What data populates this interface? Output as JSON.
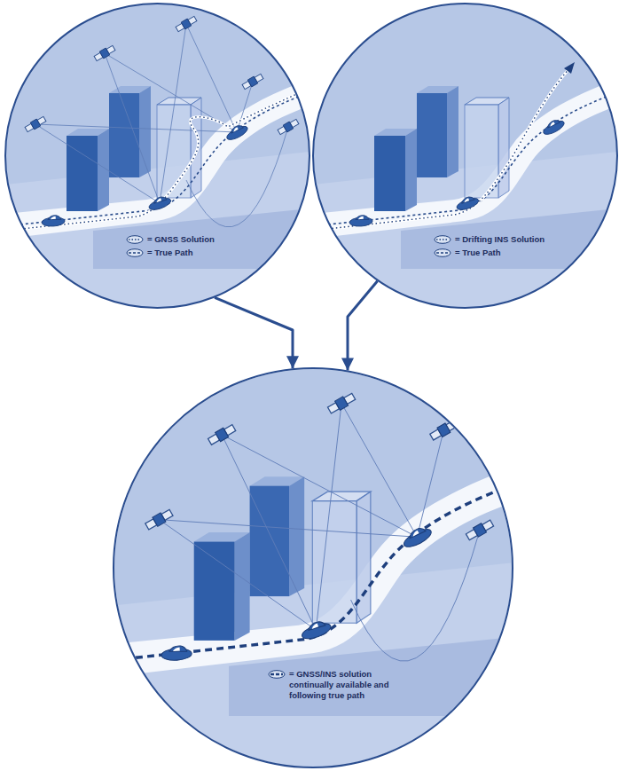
{
  "diagram": {
    "nodes": [
      {
        "text": [
          "= GNSS Solution",
          "= True Path"
        ]
      },
      {
        "text": [
          "= Drifting INS Solution",
          "= True Path"
        ]
      },
      {
        "text": [
          "= GNSS/INS solution continually available and following true path"
        ]
      }
    ],
    "edges": [
      {
        "from": 0,
        "to": 2,
        "arrow": "to"
      },
      {
        "from": 1,
        "to": 2,
        "arrow": "to"
      }
    ]
  }
}
